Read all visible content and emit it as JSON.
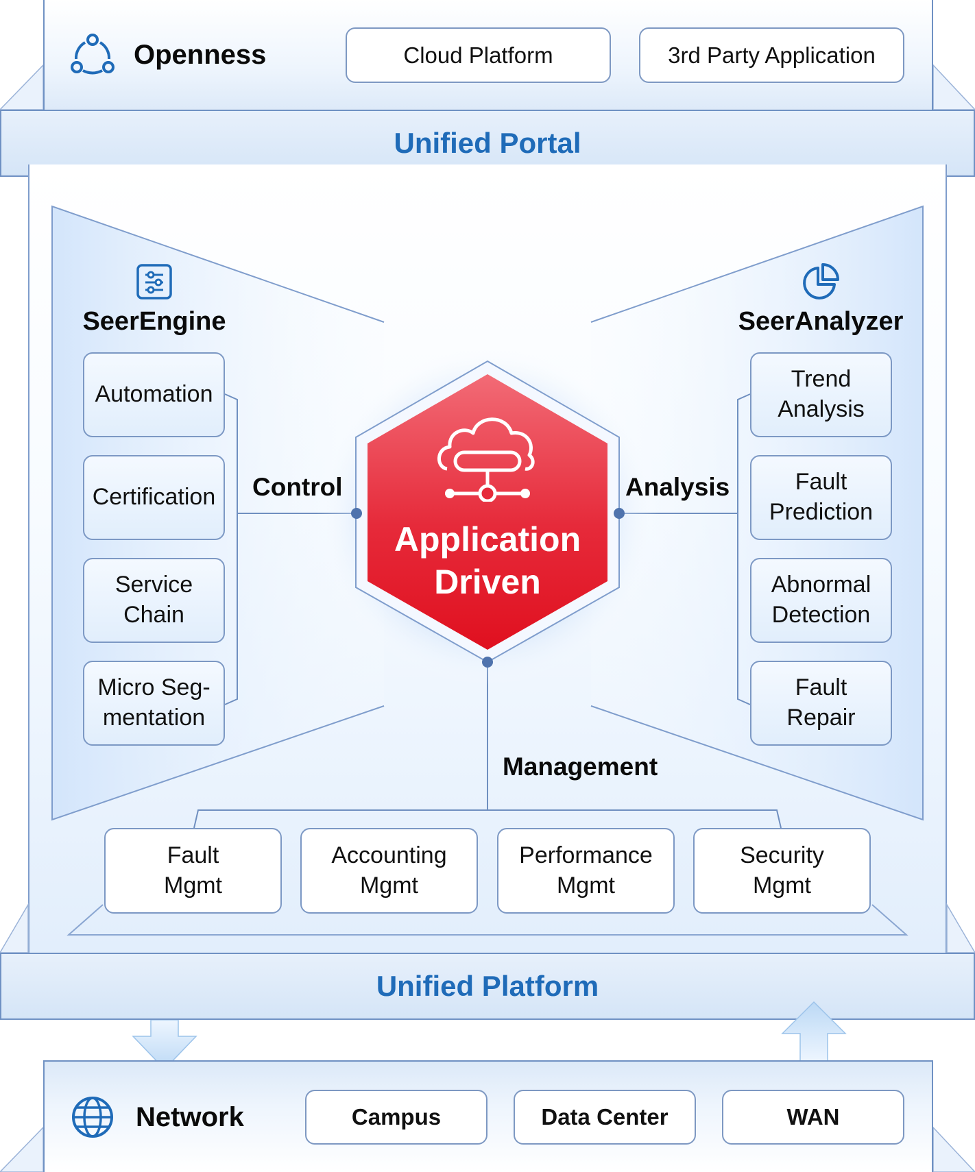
{
  "openness": {
    "title": "Openness",
    "icon": "share-nodes-icon",
    "items": [
      "Cloud Platform",
      "3rd Party Application"
    ]
  },
  "unified_portal": "Unified Portal",
  "seer_engine": {
    "title": "SeerEngine",
    "icon": "sliders-icon",
    "items": [
      "Automation",
      "Certification",
      "Service\nChain",
      "Micro Seg-\nmentation"
    ]
  },
  "seer_analyzer": {
    "title": "SeerAnalyzer",
    "icon": "pie-chart-icon",
    "items": [
      "Trend\nAnalysis",
      "Fault\nPrediction",
      "Abnormal\nDetection",
      "Fault\nRepair"
    ]
  },
  "center": {
    "line1": "Application",
    "line2": "Driven",
    "icon": "cloud-network-icon",
    "color": "#e8192c"
  },
  "connectors": {
    "control": "Control",
    "analysis": "Analysis",
    "management": "Management"
  },
  "management_items": [
    "Fault\nMgmt",
    "Accounting\nMgmt",
    "Performance\nMgmt",
    "Security\nMgmt"
  ],
  "unified_platform": "Unified Platform",
  "network": {
    "title": "Network",
    "icon": "globe-icon",
    "items": [
      "Campus",
      "Data Center",
      "WAN"
    ]
  },
  "colors": {
    "accent_blue": "#1f6bb8",
    "border_blue": "#6f91c3",
    "hex_red": "#e8192c"
  }
}
